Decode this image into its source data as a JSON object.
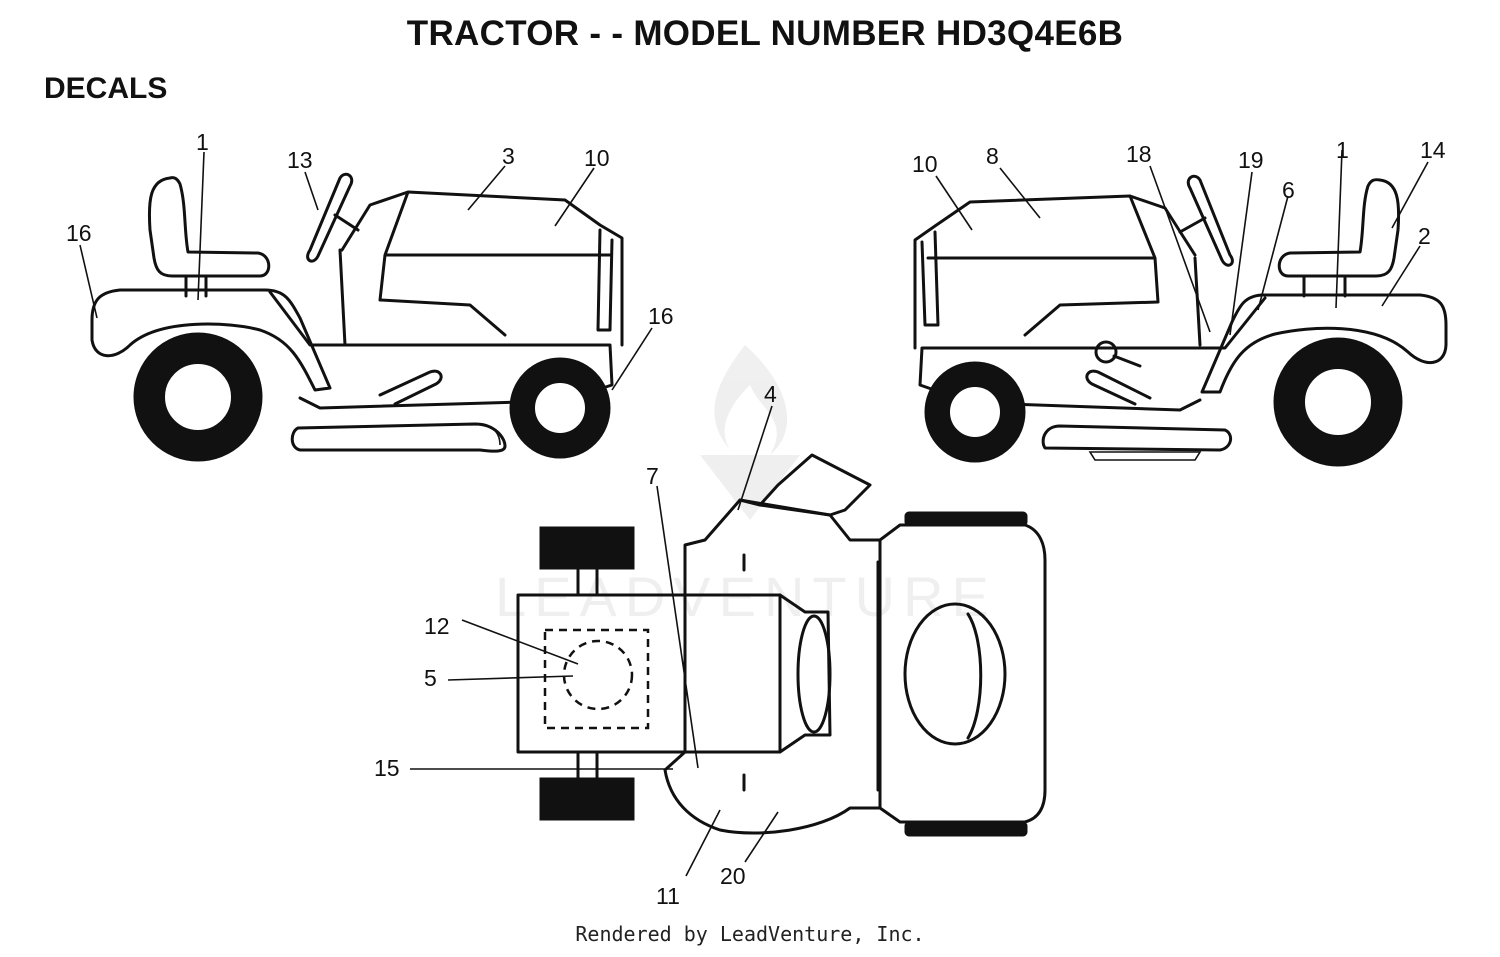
{
  "title": "TRACTOR - - MODEL NUMBER HD3Q4E6B",
  "section_label": "DECALS",
  "footer": "Rendered by LeadVenture, Inc.",
  "watermark": "LEADVENTURE",
  "callouts": {
    "left_1": "1",
    "left_13": "13",
    "left_3": "3",
    "left_10": "10",
    "left_16a": "16",
    "left_16b": "16",
    "right_10": "10",
    "right_8": "8",
    "right_18": "18",
    "right_19": "19",
    "right_1": "1",
    "right_14": "14",
    "right_6": "6",
    "right_2": "2",
    "top_4": "4",
    "top_7": "7",
    "top_12": "12",
    "top_5": "5",
    "top_15": "15",
    "top_11": "11",
    "top_20": "20"
  }
}
